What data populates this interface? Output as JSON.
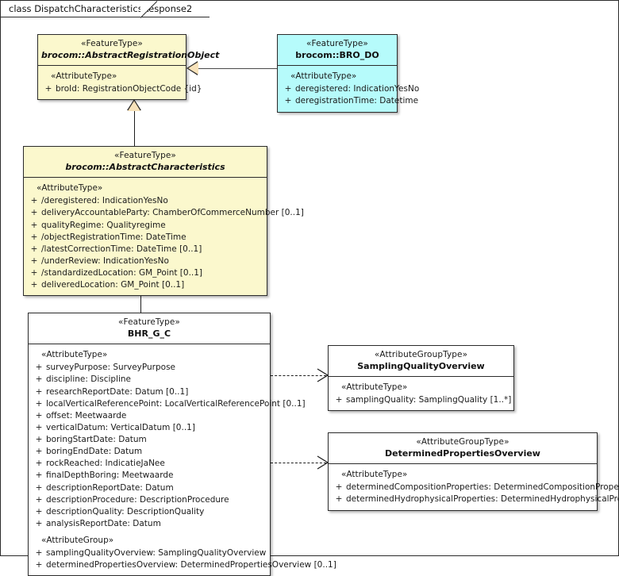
{
  "diagram": {
    "title": "class DispatchCharacteristicsResponse2"
  },
  "classes": {
    "abstract_registration_object": {
      "stereotype": "«FeatureType»",
      "name": "brocom::AbstractRegistrationObject",
      "group_label": "«AttributeType»",
      "attributes": [
        {
          "visibility": "+",
          "signature": "broId: RegistrationObjectCode {id}"
        }
      ]
    },
    "bro_do": {
      "stereotype": "«FeatureType»",
      "name": "brocom::BRO_DO",
      "group_label": "«AttributeType»",
      "attributes": [
        {
          "visibility": "+",
          "signature": "deregistered: IndicationYesNo"
        },
        {
          "visibility": "+",
          "signature": "deregistrationTime: Datetime"
        }
      ]
    },
    "abstract_characteristics": {
      "stereotype": "«FeatureType»",
      "name": "brocom::AbstractCharacteristics",
      "group_label": "«AttributeType»",
      "attributes": [
        {
          "visibility": "+",
          "signature": "/deregistered: IndicationYesNo"
        },
        {
          "visibility": "+",
          "signature": "deliveryAccountableParty: ChamberOfCommerceNumber [0..1]"
        },
        {
          "visibility": "+",
          "signature": "qualityRegime: Qualityregime"
        },
        {
          "visibility": "+",
          "signature": "/objectRegistrationTime: DateTime"
        },
        {
          "visibility": "+",
          "signature": "/latestCorrectionTime: DateTime [0..1]"
        },
        {
          "visibility": "+",
          "signature": "/underReview: IndicationYesNo"
        },
        {
          "visibility": "+",
          "signature": "/standardizedLocation: GM_Point [0..1]"
        },
        {
          "visibility": "+",
          "signature": "deliveredLocation: GM_Point [0..1]"
        }
      ]
    },
    "bhr_g_c": {
      "stereotype": "«FeatureType»",
      "name": "BHR_G_C",
      "group_label": "«AttributeType»",
      "attributes": [
        {
          "visibility": "+",
          "signature": "surveyPurpose: SurveyPurpose"
        },
        {
          "visibility": "+",
          "signature": "discipline: Discipline"
        },
        {
          "visibility": "+",
          "signature": "researchReportDate: Datum [0..1]"
        },
        {
          "visibility": "+",
          "signature": "localVerticalReferencePoint: LocalVerticalReferencePoint [0..1]"
        },
        {
          "visibility": "+",
          "signature": "offset: Meetwaarde"
        },
        {
          "visibility": "+",
          "signature": "verticalDatum: VerticalDatum [0..1]"
        },
        {
          "visibility": "+",
          "signature": "boringStartDate: Datum"
        },
        {
          "visibility": "+",
          "signature": "boringEndDate: Datum"
        },
        {
          "visibility": "+",
          "signature": "rockReached: IndicatieJaNee"
        },
        {
          "visibility": "+",
          "signature": "finalDepthBoring: Meetwaarde"
        },
        {
          "visibility": "+",
          "signature": "descriptionReportDate: Datum"
        },
        {
          "visibility": "+",
          "signature": "descriptionProcedure: DescriptionProcedure"
        },
        {
          "visibility": "+",
          "signature": "descriptionQuality: DescriptionQuality"
        },
        {
          "visibility": "+",
          "signature": "analysisReportDate: Datum"
        }
      ],
      "group_label_2": "«AttributeGroup»",
      "attributes_2": [
        {
          "visibility": "+",
          "signature": "samplingQualityOverview: SamplingQualityOverview"
        },
        {
          "visibility": "+",
          "signature": "determinedPropertiesOverview: DeterminedPropertiesOverview [0..1]"
        }
      ]
    },
    "sampling_quality_overview": {
      "stereotype": "«AttributeGroupType»",
      "name": "SamplingQualityOverview",
      "group_label": "«AttributeType»",
      "attributes": [
        {
          "visibility": "+",
          "signature": "samplingQuality: SamplingQuality [1..*]"
        }
      ]
    },
    "determined_properties_overview": {
      "stereotype": "«AttributeGroupType»",
      "name": "DeterminedPropertiesOverview",
      "group_label": "«AttributeType»",
      "attributes": [
        {
          "visibility": "+",
          "signature": "determinedCompositionProperties: DeterminedCompositionProperties"
        },
        {
          "visibility": "+",
          "signature": "determinedHydrophysicalProperties: DeterminedHydrophysicalProperties"
        }
      ]
    }
  },
  "colors": {
    "feature_type_fill": "#fbf8cd",
    "bro_do_fill": "#b6fbfb",
    "plain_fill": "#ffffff",
    "border": "#2b2b2b",
    "arrow_fill": "#f7e2ba"
  },
  "connectors": [
    {
      "name": "generalization-brodo-to-abstractregistrationobject",
      "kind": "generalization"
    },
    {
      "name": "generalization-abstractcharacteristics-to-abstractregistrationobject",
      "kind": "generalization"
    },
    {
      "name": "generalization-bhrgc-to-abstractcharacteristics",
      "kind": "generalization"
    },
    {
      "name": "dependency-bhrgc-to-samplingqualityoverview",
      "kind": "dependency"
    },
    {
      "name": "dependency-bhrgc-to-determinedpropertiesoverview",
      "kind": "dependency"
    }
  ]
}
